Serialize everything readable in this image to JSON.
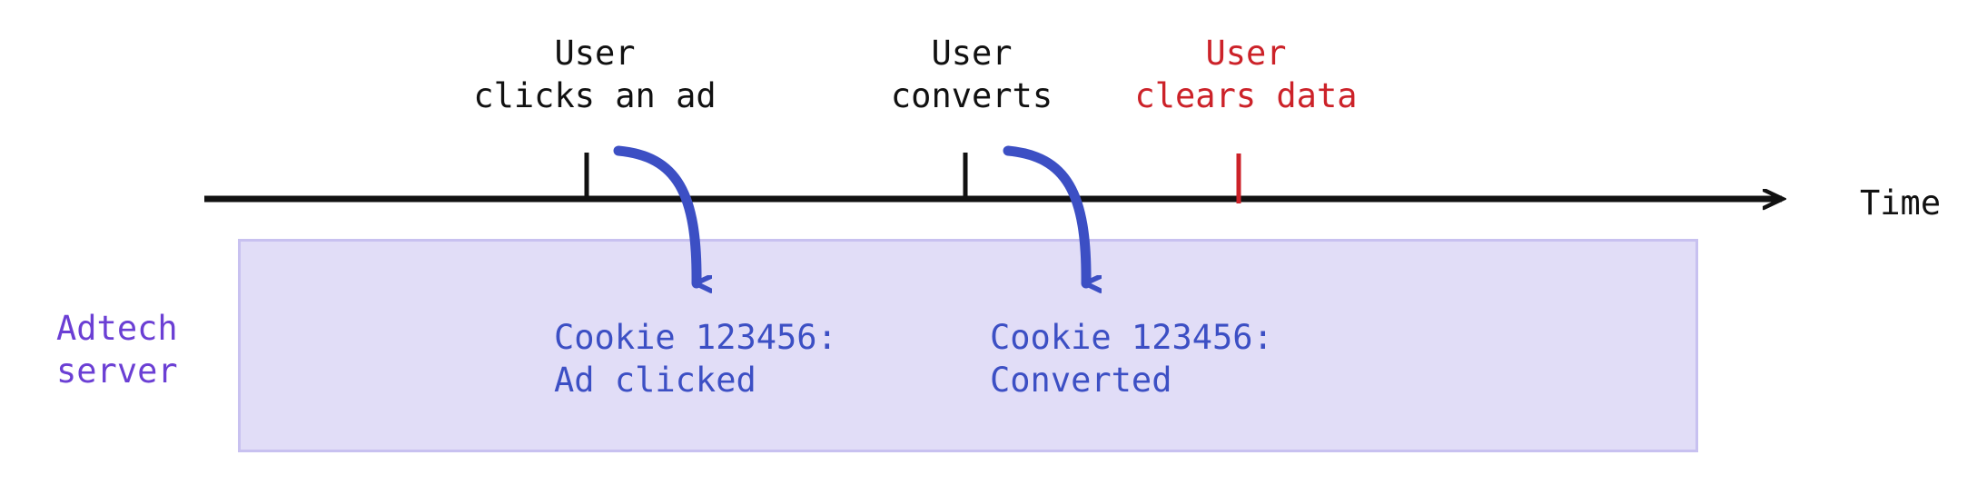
{
  "diagram": {
    "title_alt": "Adtech cookie-based conversion timeline",
    "axis": {
      "name": "Time",
      "label": "Time",
      "arrow_direction": "right"
    },
    "colors": {
      "black": "#111111",
      "red": "#cc2229",
      "blue": "#3c4fc4",
      "purple": "#6b3fd4",
      "box_fill": "#e1ddf7",
      "box_border": "#c8c1f0",
      "background": "#ffffff"
    },
    "events": [
      {
        "id": "ad-click",
        "line1": "User",
        "line2": "clicks an ad",
        "color": "#111111",
        "tick_color": "#111111",
        "has_arrow_to_server": true
      },
      {
        "id": "conversion",
        "line1": "User",
        "line2": "converts",
        "color": "#111111",
        "tick_color": "#111111",
        "has_arrow_to_server": true
      },
      {
        "id": "clear-data",
        "line1": "User",
        "line2": "clears data",
        "color": "#cc2229",
        "tick_color": "#cc2229",
        "has_arrow_to_server": false
      }
    ],
    "server": {
      "label_line1": "Adtech",
      "label_line2": "server",
      "records": [
        {
          "id": "record-ad-clicked",
          "line1": "Cookie 123456:",
          "line2": "Ad clicked"
        },
        {
          "id": "record-converted",
          "line1": "Cookie 123456:",
          "line2": "Converted"
        }
      ]
    }
  }
}
